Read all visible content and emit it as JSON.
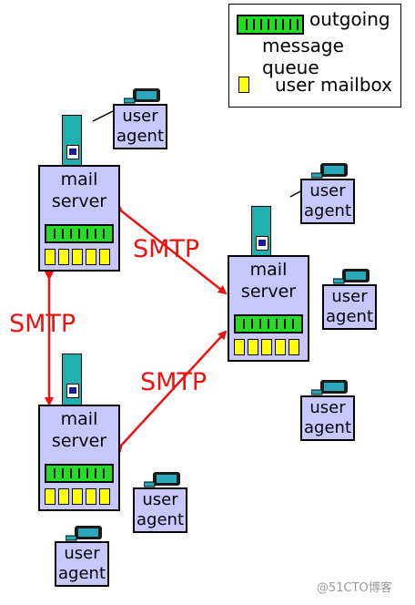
{
  "legend": {
    "queue_label_line1": "outgoing",
    "queue_label_line2": "message queue",
    "mailbox_label": "user mailbox"
  },
  "servers": [
    {
      "label_line1": "mail",
      "label_line2": "server"
    },
    {
      "label_line1": "mail",
      "label_line2": "server"
    },
    {
      "label_line1": "mail",
      "label_line2": "server"
    }
  ],
  "user_agents": [
    {
      "line1": "user",
      "line2": "agent"
    },
    {
      "line1": "user",
      "line2": "agent"
    },
    {
      "line1": "user",
      "line2": "agent"
    },
    {
      "line1": "user",
      "line2": "agent"
    },
    {
      "line1": "user",
      "line2": "agent"
    },
    {
      "line1": "user",
      "line2": "agent"
    }
  ],
  "protocol_labels": [
    "SMTP",
    "SMTP",
    "SMTP"
  ],
  "watermark": "@51CTO博客",
  "colors": {
    "queue": "#22dd22",
    "mailbox": "#ffff00",
    "node_fill": "#c8c8ff",
    "tower": "#20b0b0",
    "arrow": "#ee1111"
  }
}
